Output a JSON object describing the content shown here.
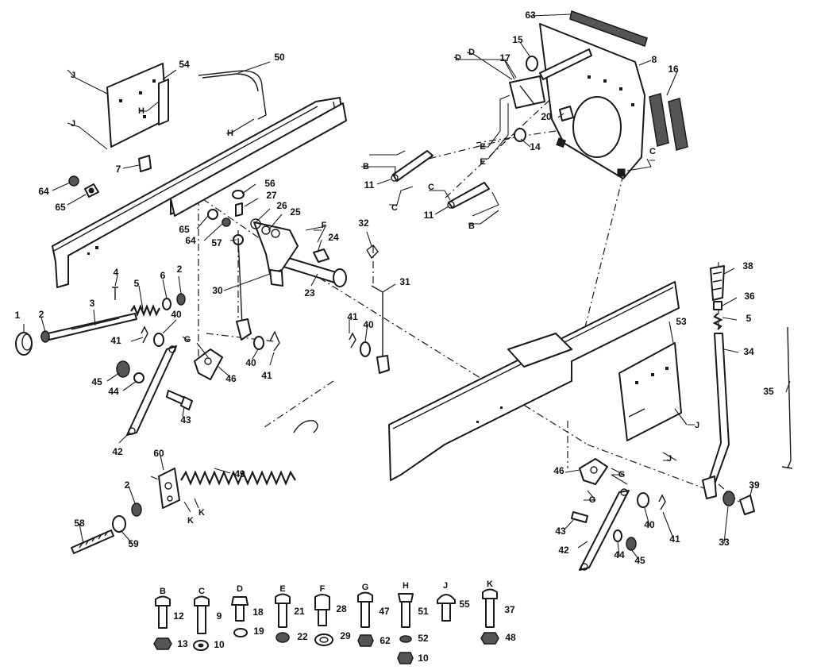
{
  "diagram": {
    "callouts": [
      {
        "id": "c1",
        "text": "1"
      },
      {
        "id": "c2a",
        "text": "2"
      },
      {
        "id": "c3",
        "text": "3"
      },
      {
        "id": "c4",
        "text": "4"
      },
      {
        "id": "c5",
        "text": "5"
      },
      {
        "id": "c6",
        "text": "6"
      },
      {
        "id": "c2b",
        "text": "2"
      },
      {
        "id": "c7",
        "text": "7"
      },
      {
        "id": "c8",
        "text": "8"
      },
      {
        "id": "c11a",
        "text": "11"
      },
      {
        "id": "c11b",
        "text": "11"
      },
      {
        "id": "c14",
        "text": "14"
      },
      {
        "id": "c15",
        "text": "15"
      },
      {
        "id": "c16",
        "text": "16"
      },
      {
        "id": "c17",
        "text": "17"
      },
      {
        "id": "c20",
        "text": "20"
      },
      {
        "id": "c23",
        "text": "23"
      },
      {
        "id": "c24",
        "text": "24"
      },
      {
        "id": "c25",
        "text": "25"
      },
      {
        "id": "c26",
        "text": "26"
      },
      {
        "id": "c27",
        "text": "27"
      },
      {
        "id": "c30",
        "text": "30"
      },
      {
        "id": "c31",
        "text": "31"
      },
      {
        "id": "c32",
        "text": "32"
      },
      {
        "id": "c33",
        "text": "33"
      },
      {
        "id": "c34",
        "text": "34"
      },
      {
        "id": "c35",
        "text": "35"
      },
      {
        "id": "c36",
        "text": "36"
      },
      {
        "id": "c38",
        "text": "38"
      },
      {
        "id": "c39",
        "text": "39"
      },
      {
        "id": "c40a",
        "text": "40"
      },
      {
        "id": "c40b",
        "text": "40"
      },
      {
        "id": "c40c",
        "text": "40"
      },
      {
        "id": "c40d",
        "text": "40"
      },
      {
        "id": "c41a",
        "text": "41"
      },
      {
        "id": "c41b",
        "text": "41"
      },
      {
        "id": "c41c",
        "text": "41"
      },
      {
        "id": "c41d",
        "text": "41"
      },
      {
        "id": "c42a",
        "text": "42"
      },
      {
        "id": "c42b",
        "text": "42"
      },
      {
        "id": "c43a",
        "text": "43"
      },
      {
        "id": "c43b",
        "text": "43"
      },
      {
        "id": "c44a",
        "text": "44"
      },
      {
        "id": "c44b",
        "text": "44"
      },
      {
        "id": "c45a",
        "text": "45"
      },
      {
        "id": "c45b",
        "text": "45"
      },
      {
        "id": "c46a",
        "text": "46"
      },
      {
        "id": "c46b",
        "text": "46"
      },
      {
        "id": "c49",
        "text": "49"
      },
      {
        "id": "c50",
        "text": "50"
      },
      {
        "id": "c53",
        "text": "53"
      },
      {
        "id": "c54",
        "text": "54"
      },
      {
        "id": "c56",
        "text": "56"
      },
      {
        "id": "c57",
        "text": "57"
      },
      {
        "id": "c58",
        "text": "58"
      },
      {
        "id": "c59",
        "text": "59"
      },
      {
        "id": "c60",
        "text": "60"
      },
      {
        "id": "c63",
        "text": "63"
      },
      {
        "id": "c64a",
        "text": "64"
      },
      {
        "id": "c64b",
        "text": "64"
      },
      {
        "id": "c65a",
        "text": "65"
      },
      {
        "id": "c65b",
        "text": "65"
      },
      {
        "id": "c5b",
        "text": "5"
      },
      {
        "id": "c2c",
        "text": "2"
      }
    ],
    "letters": [
      {
        "id": "lJ1",
        "text": "J"
      },
      {
        "id": "lJ2",
        "text": "J"
      },
      {
        "id": "lH1",
        "text": "H"
      },
      {
        "id": "lH2",
        "text": "H"
      },
      {
        "id": "lD1",
        "text": "D"
      },
      {
        "id": "lD2",
        "text": "D"
      },
      {
        "id": "lE1",
        "text": "E"
      },
      {
        "id": "lE2",
        "text": "E"
      },
      {
        "id": "lB1",
        "text": "B"
      },
      {
        "id": "lB2",
        "text": "B"
      },
      {
        "id": "lC1",
        "text": "C"
      },
      {
        "id": "lC2",
        "text": "C"
      },
      {
        "id": "lC3",
        "text": "C"
      },
      {
        "id": "lF1",
        "text": "F"
      },
      {
        "id": "lG1",
        "text": "G"
      },
      {
        "id": "lG2",
        "text": "G"
      },
      {
        "id": "lG3",
        "text": "G"
      },
      {
        "id": "lK1",
        "text": "K"
      },
      {
        "id": "lK2",
        "text": "K"
      },
      {
        "id": "lJ3",
        "text": "J"
      },
      {
        "id": "lJ4",
        "text": "J"
      }
    ],
    "hardware_key": [
      {
        "letter": "B",
        "bolt": "12",
        "nut": "13"
      },
      {
        "letter": "C",
        "bolt": "9",
        "nut": "10"
      },
      {
        "letter": "D",
        "bolt": "18",
        "nut": "19"
      },
      {
        "letter": "E",
        "bolt": "21",
        "nut": "22"
      },
      {
        "letter": "F",
        "bolt": "28",
        "nut": "29"
      },
      {
        "letter": "G",
        "bolt": "47",
        "nut": "62"
      },
      {
        "letter": "H",
        "bolt": "51",
        "nut": "52",
        "nut2": "10"
      },
      {
        "letter": "J",
        "bolt": "55",
        "nut": ""
      },
      {
        "letter": "K",
        "bolt": "37",
        "nut": "48"
      }
    ]
  }
}
